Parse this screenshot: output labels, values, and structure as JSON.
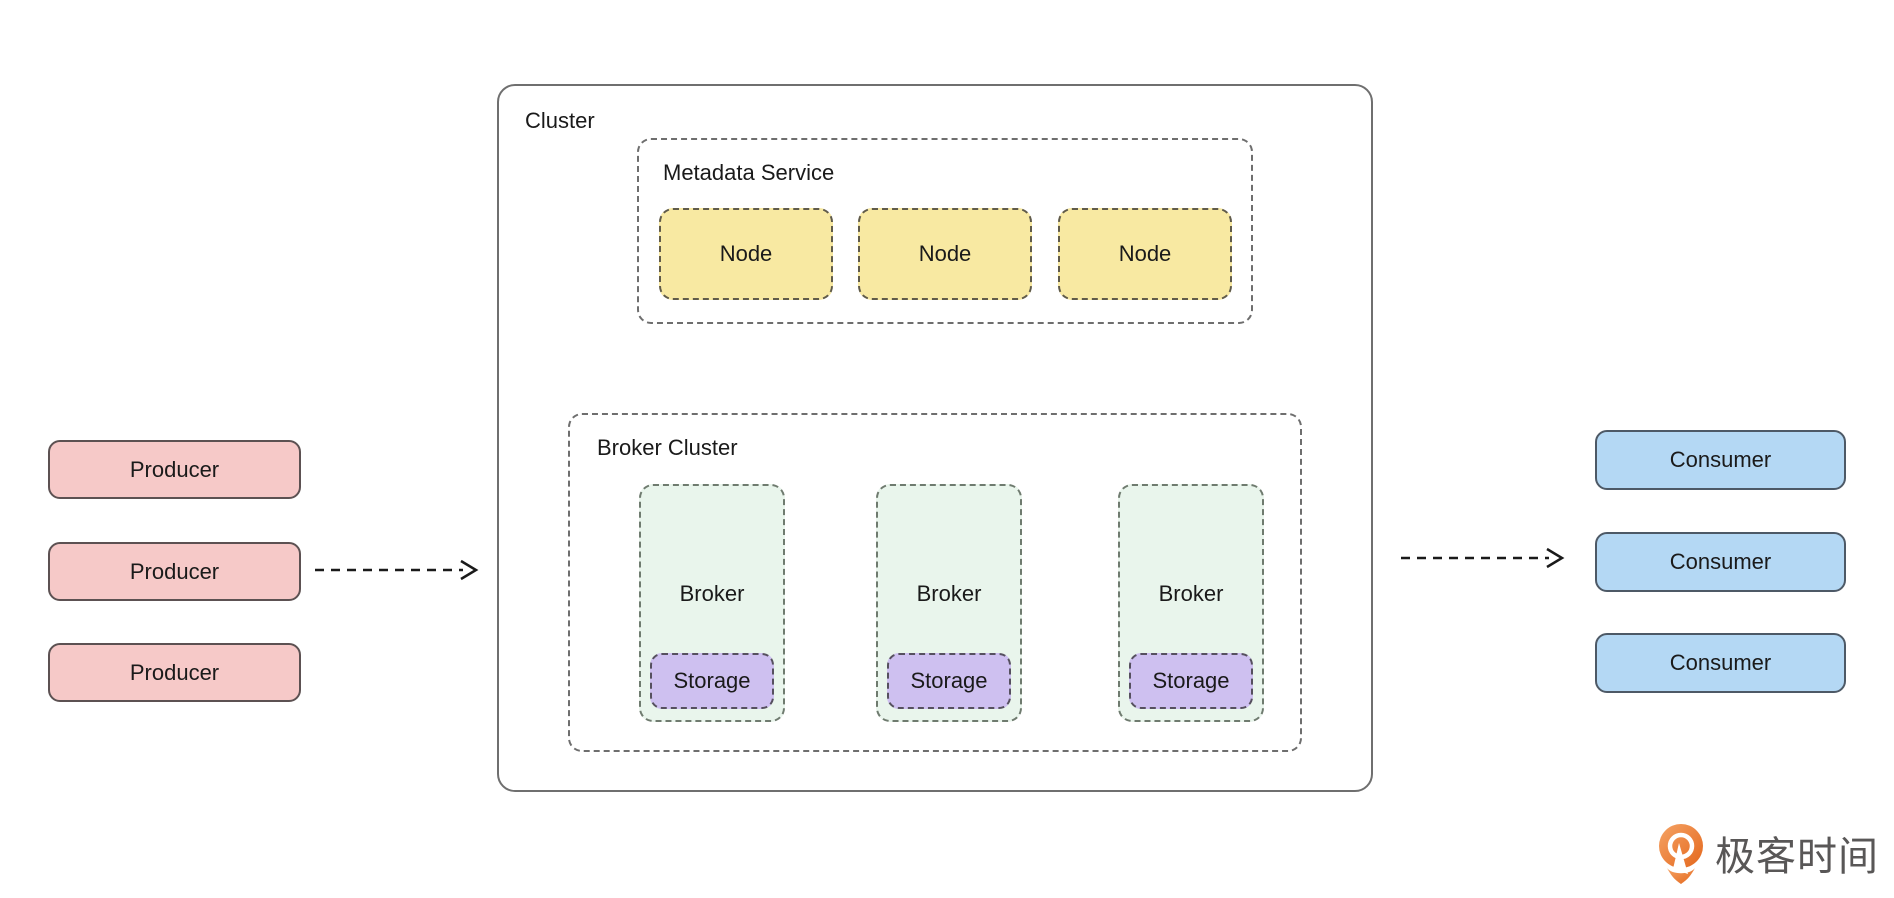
{
  "cluster": {
    "label": "Cluster"
  },
  "metadata_service": {
    "label": "Metadata Service",
    "nodes": [
      {
        "label": "Node"
      },
      {
        "label": "Node"
      },
      {
        "label": "Node"
      }
    ]
  },
  "broker_cluster": {
    "label": "Broker Cluster",
    "brokers": [
      {
        "label": "Broker",
        "storage_label": "Storage"
      },
      {
        "label": "Broker",
        "storage_label": "Storage"
      },
      {
        "label": "Broker",
        "storage_label": "Storage"
      }
    ]
  },
  "producers": [
    {
      "label": "Producer"
    },
    {
      "label": "Producer"
    },
    {
      "label": "Producer"
    }
  ],
  "consumers": [
    {
      "label": "Consumer"
    },
    {
      "label": "Consumer"
    },
    {
      "label": "Consumer"
    }
  ],
  "flows": [
    {
      "from": "Producer",
      "to": "Broker Cluster",
      "style": "dashed-arrow"
    },
    {
      "from": "Broker Cluster",
      "to": "Consumer",
      "style": "dashed-arrow"
    }
  ],
  "brand": {
    "name": "极客时间",
    "icon": "geektime-logo-icon"
  },
  "colors": {
    "producer_fill": "#f6c9c8",
    "consumer_fill": "#b4d8f4",
    "node_fill": "#f8e9a2",
    "broker_fill": "#e9f5ec",
    "storage_fill": "#cec0f0",
    "dashed_border": "#6e6e6e",
    "cluster_border": "#6f6f6f",
    "arrow": "#1a1a1a",
    "label_text": "#1a1a1a",
    "brand_text": "#595757",
    "brand_orange": "#ec7526"
  }
}
